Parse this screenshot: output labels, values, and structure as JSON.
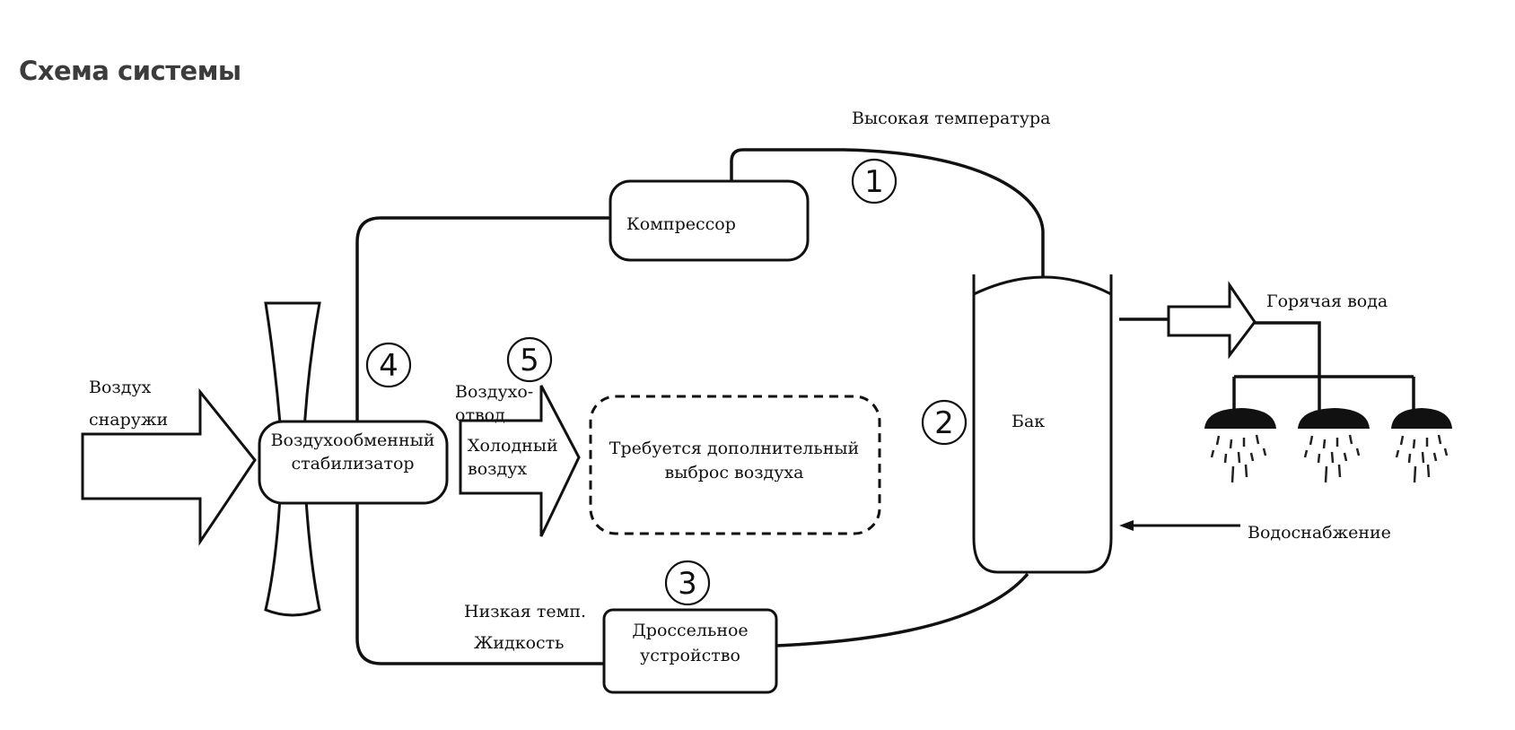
{
  "page_title": "Схема системы",
  "labels": {
    "high_temp": "Высокая температура",
    "compressor": "Компрессор",
    "hot_water": "Горячая вода",
    "air_outside_1": "Воздух",
    "air_outside_2": "снаружи",
    "exchanger_1": "Воздухообменный",
    "exchanger_2": "стабилизатор",
    "air_outlet_1": "Воздухо-",
    "air_outlet_2": "отвод",
    "cold_air_1": "Холодный",
    "cold_air_2": "воздух",
    "extra_1": "Требуется дополнительный",
    "extra_2": "выброс воздуха",
    "tank": "Бак",
    "water_supply": "Водоснабжение",
    "low_temp": "Низкая темп.",
    "liquid": "Жидкость",
    "throttle_1": "Дроссельное",
    "throttle_2": "устройство"
  },
  "markers": [
    "1",
    "2",
    "3",
    "4",
    "5"
  ]
}
